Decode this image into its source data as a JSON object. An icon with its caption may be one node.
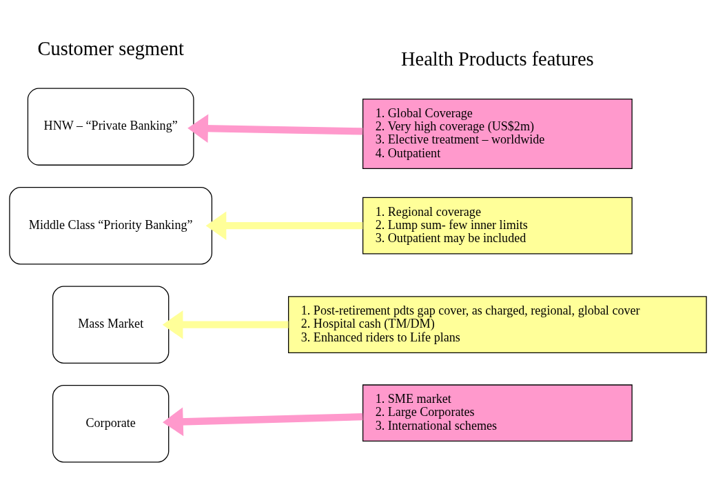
{
  "diagram": {
    "nodes": [
      {
        "text": [
          "HNW – “Private Banking”"
        ]
      },
      {
        "text": [
          "Middle Class “Priority Banking”"
        ]
      },
      {
        "text": [
          "Mass Market"
        ]
      },
      {
        "text": [
          "Corporate"
        ]
      },
      {
        "text": [
          "1. Global Coverage",
          "2. Very high coverage (US$2m)",
          "3. Elective treatment – worldwide",
          "4. Outpatient"
        ]
      },
      {
        "text": [
          "1. Regional coverage",
          "2. Lump sum- few inner limits",
          "3. Outpatient may be included"
        ]
      },
      {
        "text": [
          "1. Post-retirement pdts gap cover, as charged, regional, global cover",
          "2. Hospital cash (TM/DM)",
          "3. Enhanced riders to Life plans"
        ]
      },
      {
        "text": [
          "1. SME market",
          "2. Large Corporates",
          "3. International schemes"
        ]
      }
    ],
    "edges": [
      {
        "from": 4,
        "to": 0,
        "arrow": "to",
        "color": "#ff99cc"
      },
      {
        "from": 5,
        "to": 1,
        "arrow": "to",
        "color": "#ffff99"
      },
      {
        "from": 6,
        "to": 2,
        "arrow": "to",
        "color": "#ffff99"
      },
      {
        "from": 7,
        "to": 3,
        "arrow": "to",
        "color": "#ff99cc"
      }
    ],
    "labels": [
      "Customer segment",
      "Health Products features"
    ]
  }
}
